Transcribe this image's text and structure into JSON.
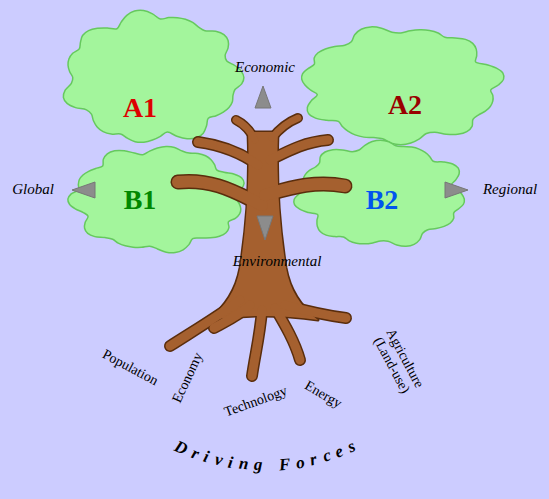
{
  "diagram": {
    "nodes": [
      {
        "text": [
          "A1"
        ]
      },
      {
        "text": [
          "A2"
        ]
      },
      {
        "text": [
          "B1"
        ]
      },
      {
        "text": [
          "B2"
        ]
      }
    ],
    "labels": [
      "Economic",
      "Global",
      "Regional",
      "Environmental",
      "Population",
      "Economy",
      "Technology",
      "Energy",
      "Agriculture (Land-use)",
      "Driving Forces"
    ]
  }
}
